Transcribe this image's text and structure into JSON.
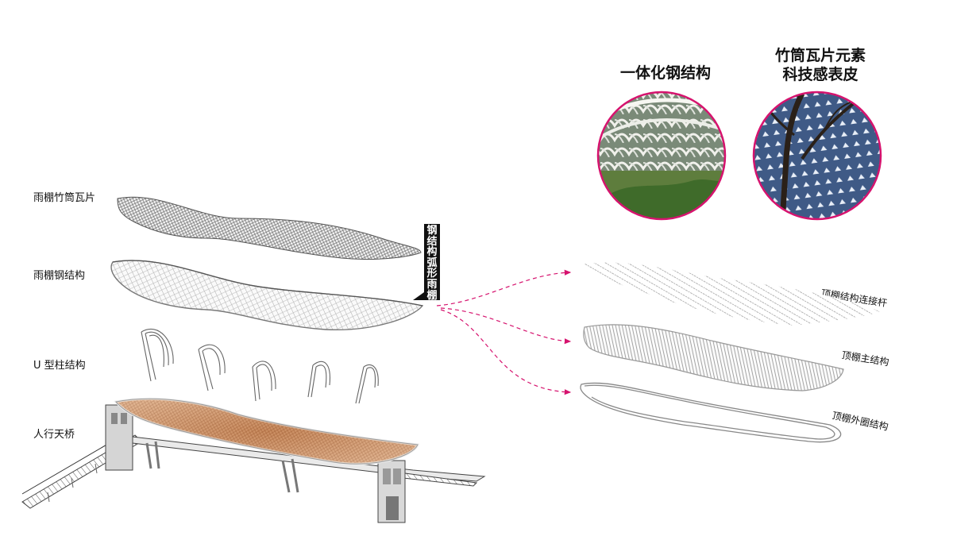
{
  "left_labels": {
    "tiles": "雨棚竹筒瓦片",
    "steel": "雨棚钢结构",
    "u_columns": "U 型柱结构",
    "bridge": "人行天桥"
  },
  "vertical_label": "钢结构弧形雨棚",
  "right_labels": {
    "connector": "顶棚结构连接杆",
    "main": "顶棚主结构",
    "outer": "顶棚外圈结构"
  },
  "headings": {
    "integrated": "一体化钢结构",
    "skin_line1": "竹筒瓦片元素",
    "skin_line2": "科技感表皮"
  },
  "colors": {
    "accent": "#d6136e",
    "mesh": "#8a8a8a",
    "roof_orange": "#c98a5a"
  }
}
